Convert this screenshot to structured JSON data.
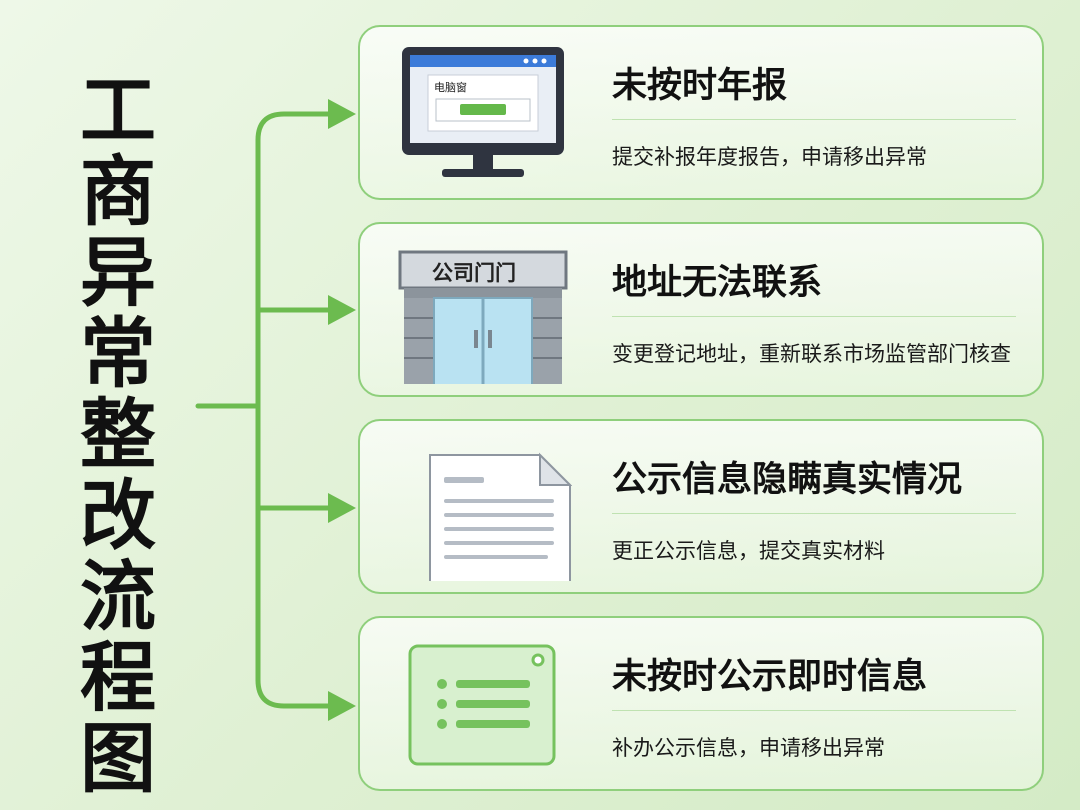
{
  "title": "工商异常整改流程图",
  "colors": {
    "accent": "#6cbb4f",
    "card_border": "#8fcf7c",
    "text": "#111111"
  },
  "cards": [
    {
      "heading": "未按时年报",
      "description": "提交补报年度报告，申请移出异常",
      "icon": "monitor-icon",
      "icon_text": "电脑窗"
    },
    {
      "heading": "地址无法联系",
      "description": "变更登记地址，重新联系市场监管部门核查",
      "icon": "storefront-icon",
      "icon_text": "公司门门"
    },
    {
      "heading": "公示信息隐瞒真实情况",
      "description": "更正公示信息，提交真实材料",
      "icon": "document-icon"
    },
    {
      "heading": "未按时公示即时信息",
      "description": "补办公示信息，申请移出异常",
      "icon": "info-panel-icon"
    }
  ]
}
